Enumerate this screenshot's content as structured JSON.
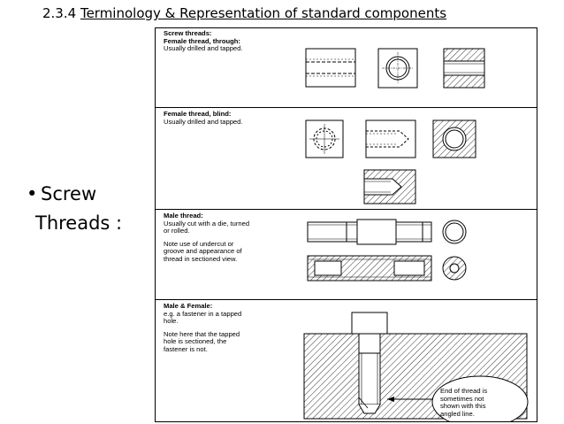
{
  "title": {
    "section": "2.3.4",
    "text": "Terminology & Representation of standard components"
  },
  "bullet": {
    "line1": "Screw",
    "line2": "Threads :"
  },
  "panel": {
    "header": "Screw threads:",
    "sections": [
      {
        "heading": "Female thread, through:",
        "lines": [
          "Usually drilled and tapped."
        ]
      },
      {
        "heading": "Female thread, blind:",
        "lines": [
          "Usually drilled and tapped."
        ]
      },
      {
        "heading": "Male thread:",
        "lines": [
          "Usually cut with a die, turned",
          "or rolled."
        ],
        "note": [
          "Note use of undercut or",
          "groove and appearance of",
          "thread in sectioned view."
        ]
      },
      {
        "heading": "Male & Female:",
        "lines": [
          "e.g. a fastener in a tapped",
          "hole."
        ],
        "note": [
          "Note here that the tapped",
          "hole is sectioned, the",
          "fastener is not."
        ]
      }
    ],
    "callout": [
      "End of thread is",
      "sometimes not",
      "shown with this",
      "angled line."
    ]
  }
}
